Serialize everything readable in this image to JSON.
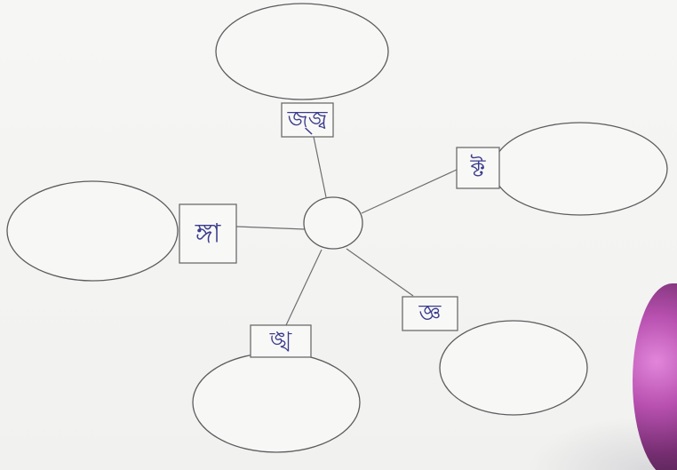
{
  "diagram": {
    "hub": {
      "label": ""
    },
    "branches": [
      {
        "id": "top",
        "label": "জ্জ্ব",
        "answer": ""
      },
      {
        "id": "right",
        "label": "ক্ট",
        "answer": ""
      },
      {
        "id": "left",
        "label": "ঙ্গা",
        "answer": ""
      },
      {
        "id": "bottom-right",
        "label": "জ্ঞ",
        "answer": ""
      },
      {
        "id": "bottom-left",
        "label": "ঙ্খ",
        "answer": ""
      }
    ]
  },
  "colors": {
    "label_text": "#3b3b8e",
    "outline": "#5d5d60",
    "background": "#f3f3f1",
    "corner_decoration": "#b13ea8"
  }
}
